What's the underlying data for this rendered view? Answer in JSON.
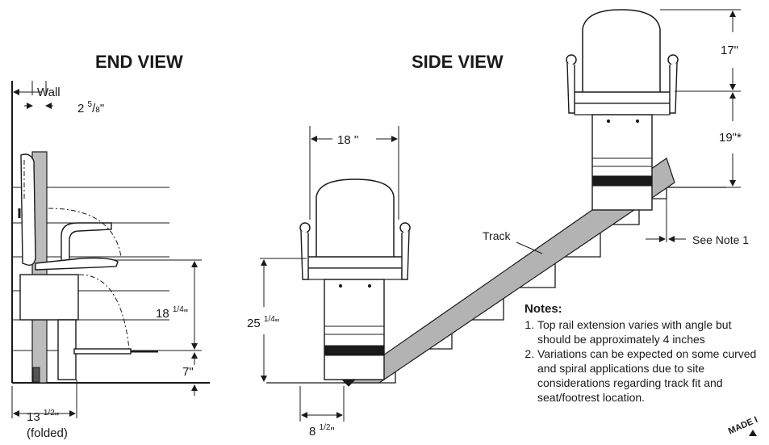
{
  "end_view": {
    "title": "END VIEW",
    "wall_label": "Wall",
    "dim_wall": {
      "whole": "2",
      "num": "5",
      "den": "8",
      "unit": "\""
    },
    "dim_seat": {
      "whole": "18",
      "frac": "1/4",
      "unit": "\""
    },
    "dim_foot": "7\"",
    "dim_width": {
      "whole": "13",
      "frac": "1/2",
      "unit": "\""
    },
    "folded_label": "(folded)"
  },
  "side_view": {
    "title": "SIDE VIEW",
    "dim_width": "18 \"",
    "dim_height": {
      "whole": "25",
      "frac": "1/4",
      "unit": "\""
    },
    "dim_depth": {
      "whole": "8",
      "frac": "1/2",
      "unit": "\""
    },
    "dim_back": "17\"",
    "dim_seat_top": "19\"*",
    "track_label": "Track",
    "see_note": "See Note 1"
  },
  "notes": {
    "heading": "Notes:",
    "items": [
      "Top rail extension varies with angle but should be approximately 4 inches",
      "Variations can be expected on some curved and spiral applications due to site considerations regarding track fit and seat/footrest location."
    ]
  },
  "stamp_text": "MADE I"
}
